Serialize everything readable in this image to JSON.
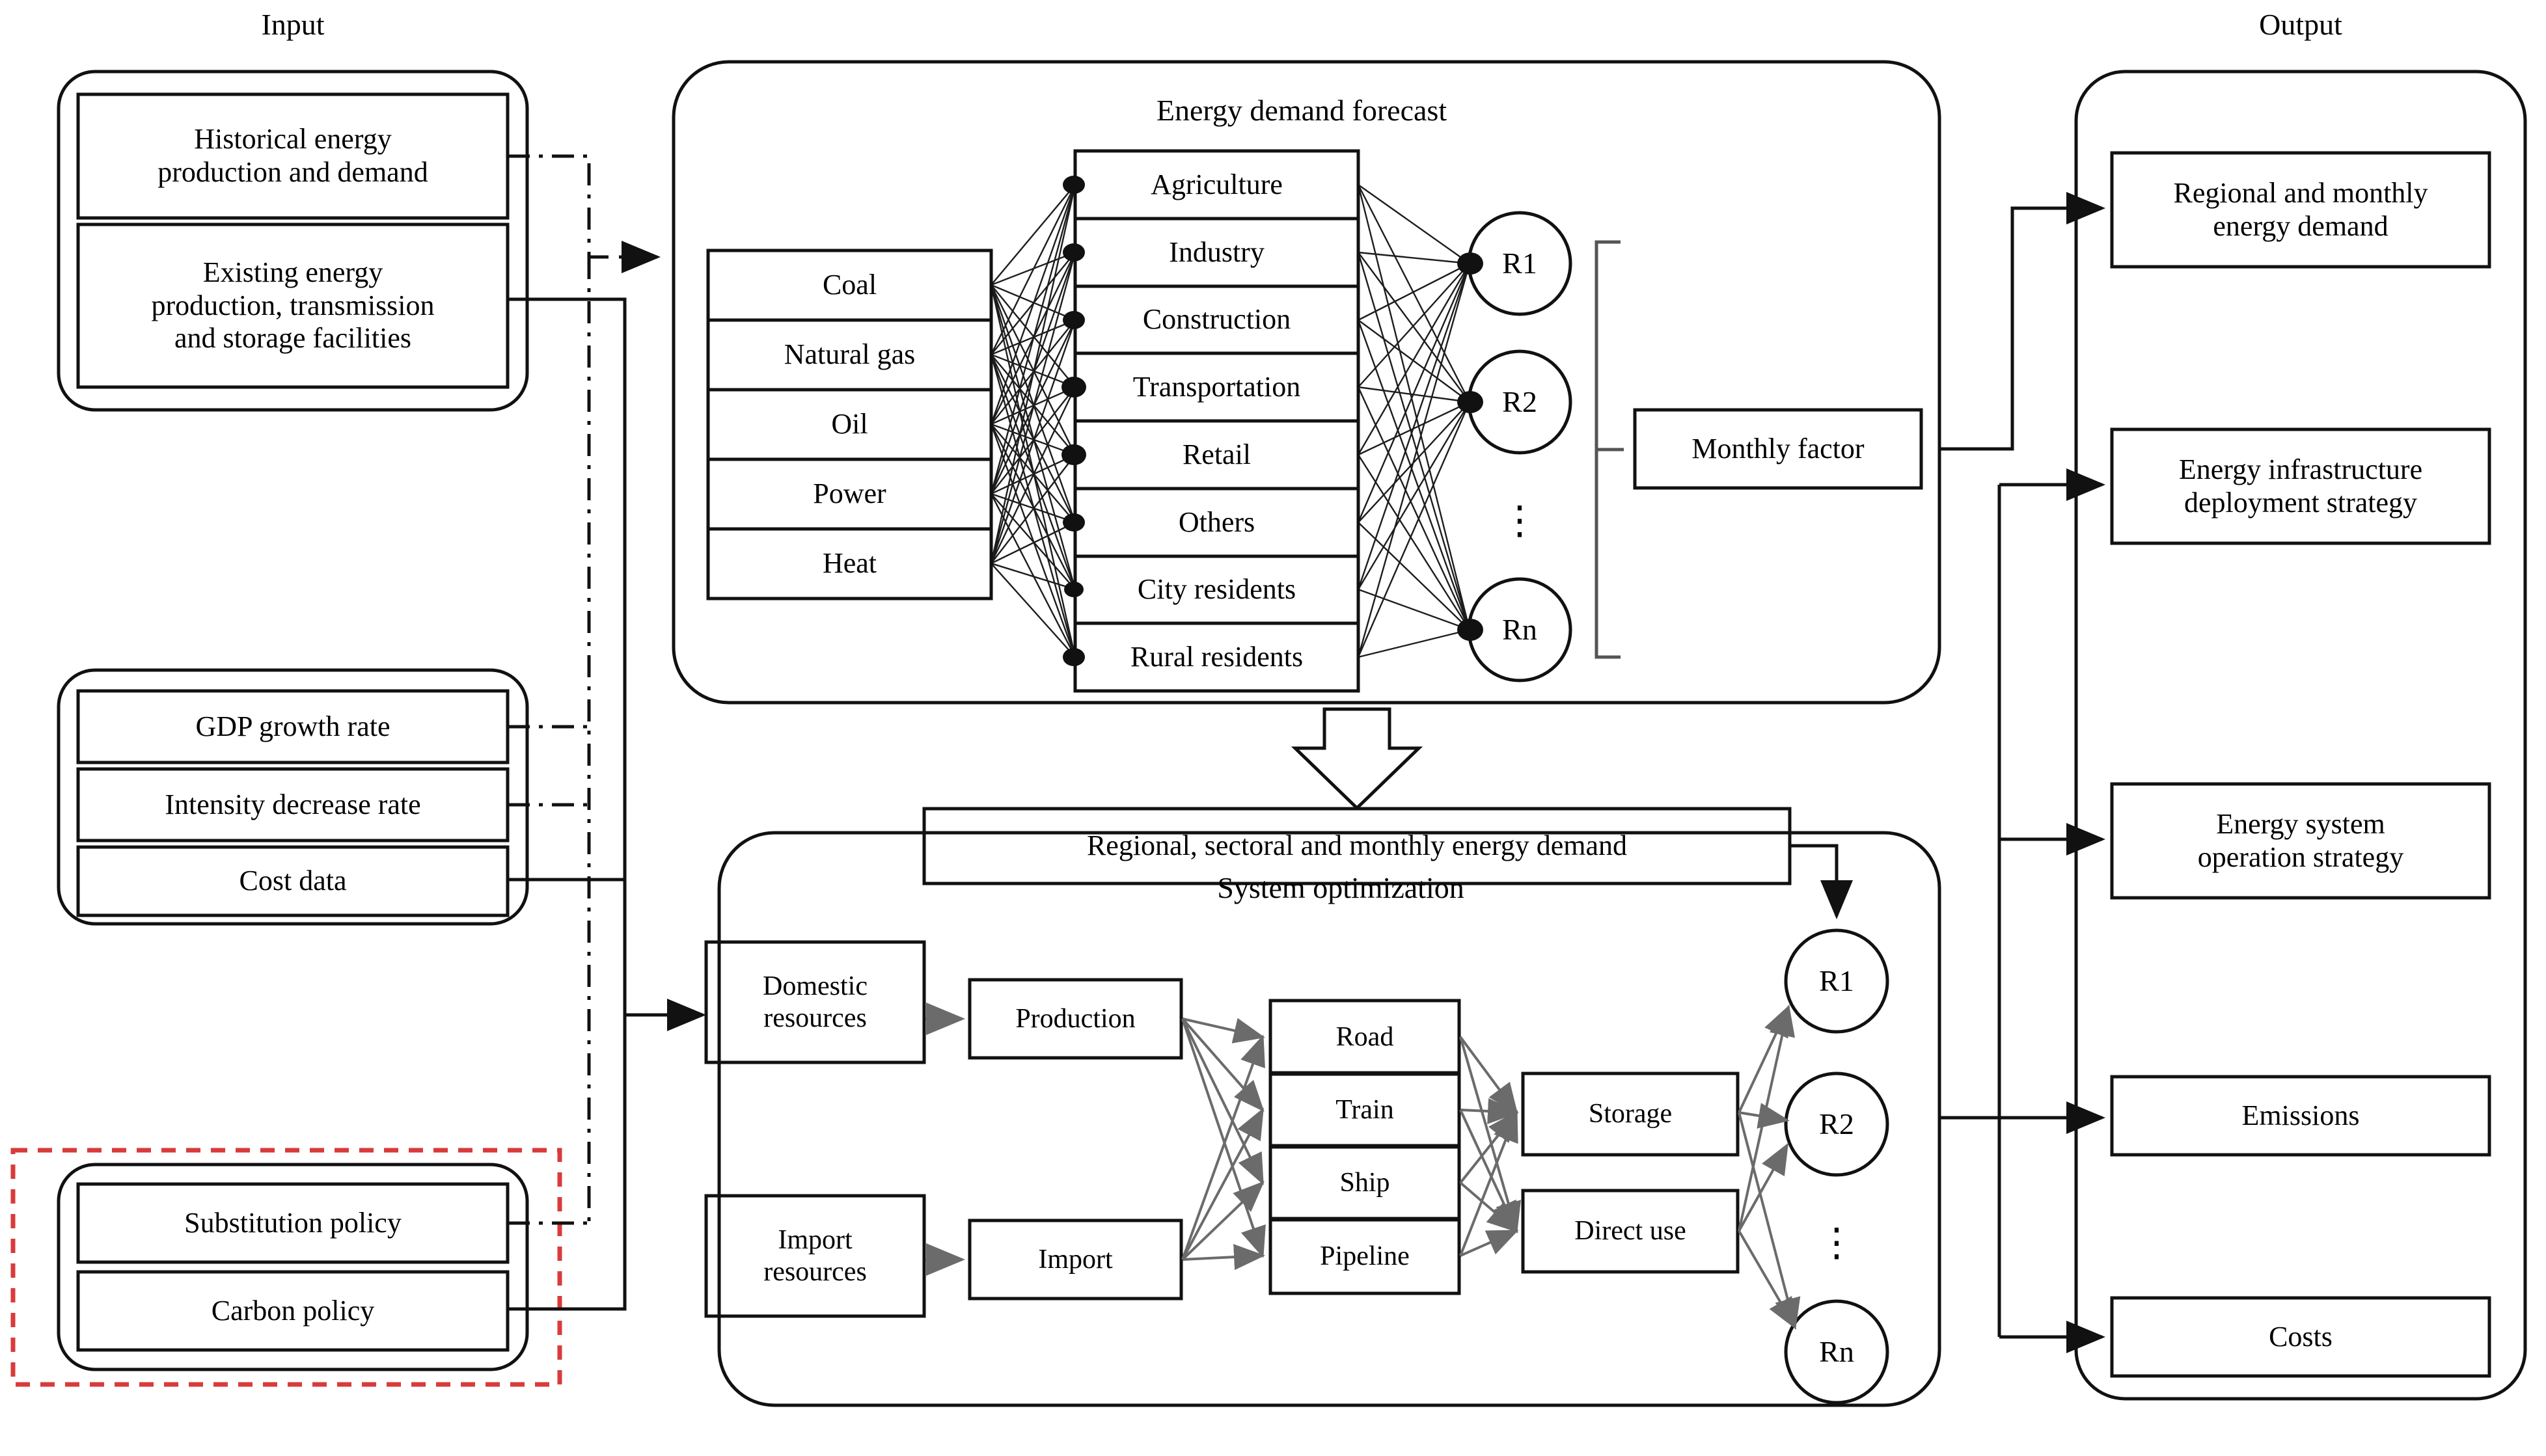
{
  "columns": {
    "input_title": "Input",
    "output_title": "Output"
  },
  "input": {
    "group_data": {
      "items": [
        "Historical energy\nproduction and demand",
        "Existing energy\nproduction, transmission\nand storage facilities"
      ]
    },
    "group_economy": {
      "items": [
        "GDP growth rate",
        "Intensity decrease rate",
        "Cost data"
      ]
    },
    "group_policy": {
      "highlight_color": "#d93b3b",
      "items": [
        "Substitution policy",
        "Carbon policy"
      ]
    }
  },
  "forecast_panel": {
    "title": "Energy demand forecast",
    "energy_sources": [
      "Coal",
      "Natural gas",
      "Oil",
      "Power",
      "Heat"
    ],
    "sectors": [
      "Agriculture",
      "Industry",
      "Construction",
      "Transportation",
      "Retail",
      "Others",
      "City residents",
      "Rural residents"
    ],
    "regions": [
      "R1",
      "R2",
      "Rn"
    ],
    "region_ellipsis": "⋮",
    "monthly_factor": "Monthly factor"
  },
  "bridge": {
    "label": "Regional, sectoral and monthly energy demand"
  },
  "optimization_panel": {
    "title": "System optimization",
    "resources": [
      "Domestic\nresources",
      "Import\nresources"
    ],
    "stages": [
      "Production",
      "Import"
    ],
    "transport_modes": [
      "Road",
      "Train",
      "Ship",
      "Pipeline"
    ],
    "usage": [
      "Storage",
      "Direct use"
    ],
    "regions": [
      "R1",
      "R2",
      "Rn"
    ],
    "region_ellipsis": "⋮"
  },
  "output": {
    "items": [
      "Regional and monthly\nenergy demand",
      "Energy infrastructure\ndeployment strategy",
      "Energy system\noperation strategy",
      "Emissions",
      "Costs"
    ]
  }
}
